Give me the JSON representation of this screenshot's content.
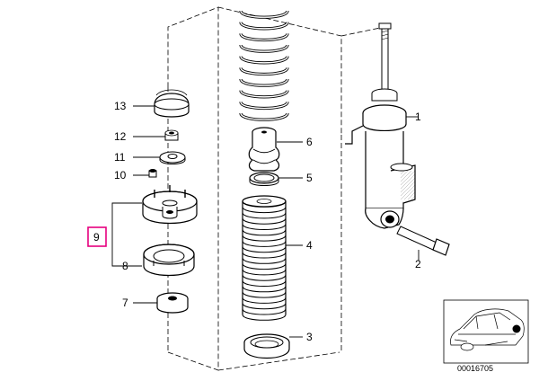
{
  "diagram": {
    "part_numbers": [
      "1",
      "2",
      "3",
      "4",
      "5",
      "6",
      "7",
      "8",
      "9",
      "10",
      "11",
      "12",
      "13"
    ],
    "highlight_color": "#e6007e",
    "highlighted_part": "9",
    "reference_number": "00016705"
  }
}
